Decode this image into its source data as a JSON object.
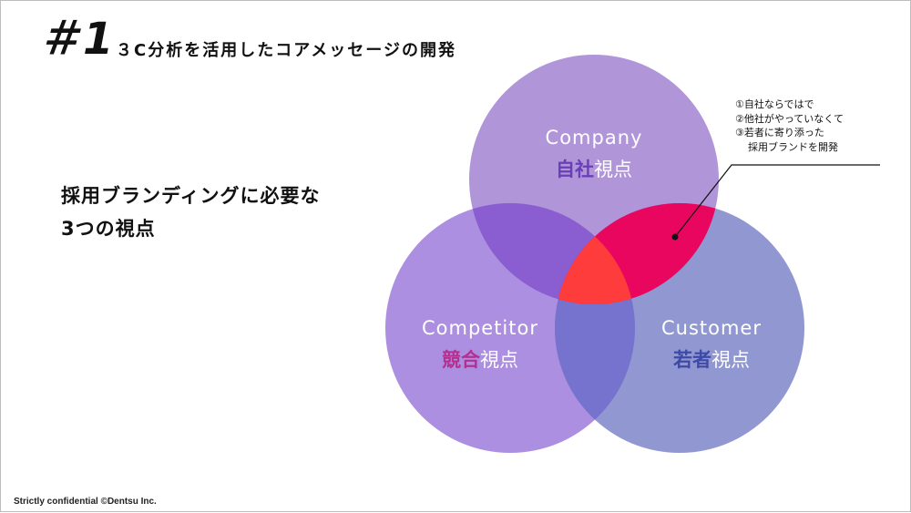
{
  "header": {
    "number": "＃1",
    "title": "３C分析を活用したコアメッセージの開発"
  },
  "lead": {
    "line1": "採用ブランディングに必要な",
    "line2": "3つの視点"
  },
  "circles": {
    "company": {
      "label_en": "Company",
      "label_jp_accent": "自社",
      "label_jp_rest": "視点",
      "fill": "#a283d2",
      "accent": "#6a3fb5"
    },
    "competitor": {
      "label_en": "Competitor",
      "label_jp_accent": "競合",
      "label_jp_rest": "視点",
      "fill": "#9f7bdc",
      "accent": "#b2308f"
    },
    "customer": {
      "label_en": "Customer",
      "label_jp_accent": "若者",
      "label_jp_rest": "視点",
      "fill": "#7e86c9",
      "accent": "#3d4aa7"
    }
  },
  "overlaps": {
    "company_customer": "#e8065f",
    "center": "#ff3c3c",
    "company_competitor": "#8a5ed0",
    "competitor_customer": "#7673cf"
  },
  "callout": {
    "lines": [
      "①自社ならではで",
      "②他社がやっていなくて",
      "③若者に寄り添った",
      "採用ブランドを開発"
    ]
  },
  "footer": {
    "text": "Strictly confidential ©Dentsu Inc."
  }
}
